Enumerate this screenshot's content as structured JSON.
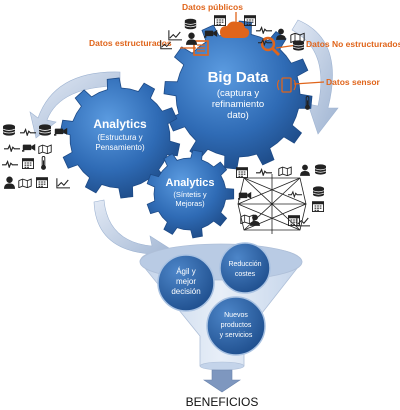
{
  "colors": {
    "gear_fill": "#2f6bb5",
    "gear_light": "#4f8fd6",
    "gear_dark": "#1d4a86",
    "accent_orange": "#e0651b",
    "arrow_fill": "#c9d6e8",
    "funnel_fill": "#d7e3f3",
    "bubble_fill": "#2e63a8",
    "icon_dark": "#222222"
  },
  "gears": {
    "big_data": {
      "title": "Big Data",
      "line1": "(captura y",
      "line2": "refinamiento",
      "line3": "dato)"
    },
    "analytics_1": {
      "title": "Analytics",
      "line1": "(Estructura y",
      "line2": "Pensamiento)"
    },
    "analytics_2": {
      "title": "Analytics",
      "line1": "(Síntetis y",
      "line2": "Mejoras)"
    }
  },
  "sources": {
    "public": "Datos públicos",
    "structured": "Datos estructurados",
    "unstructured": "Datos No estructurados",
    "sensor": "Datos sensor"
  },
  "funnel": {
    "bubble_agile": {
      "line1": "Ágil y",
      "line2": "mejor",
      "line3": "decisión"
    },
    "bubble_costs": {
      "line1": "Reducción",
      "line2": "costes"
    },
    "bubble_products": {
      "line1": "Nuevos",
      "line2": "productos",
      "line3": "y servicios"
    }
  },
  "result": "BENEFICIOS",
  "icons": [
    "database-icon",
    "pulse-icon",
    "camera-icon",
    "calendar-icon",
    "map-icon",
    "person-icon",
    "chart-icon",
    "thermometer-icon",
    "cloud-icon",
    "magnifier-icon",
    "sensor-icon",
    "network-icon"
  ]
}
